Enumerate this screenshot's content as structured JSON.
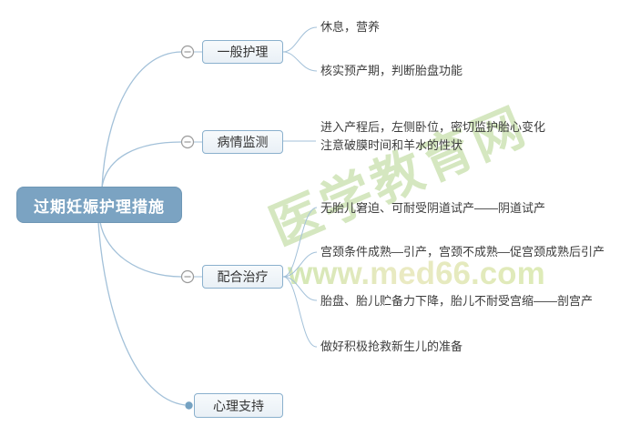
{
  "root": {
    "label": "过期妊娠护理措施"
  },
  "branches": [
    {
      "label": "一般护理",
      "collapse_icon": "minus",
      "children": [
        "休息，营养",
        "核实预产期，判断胎盘功能"
      ]
    },
    {
      "label": "病情监测",
      "collapse_icon": "minus",
      "children": [
        "进入产程后，左侧卧位，密切监护胎心变化\n注意破膜时间和羊水的性状"
      ]
    },
    {
      "label": "配合治疗",
      "collapse_icon": "minus",
      "children": [
        "无胎儿窘迫、可耐受阴道试产——阴道试产",
        "宫颈条件成熟—引产，宫颈不成熟—促宫颈成熟后引产",
        "胎盘、胎儿贮备力下降，胎儿不耐受宫缩——剖宫产",
        "做好积极抢救新生儿的准备"
      ]
    },
    {
      "label": "心理支持",
      "collapse_icon": "dot",
      "children": []
    }
  ],
  "watermarks": {
    "diagonal": "医学教育网",
    "site": "www.med66.com"
  },
  "colors": {
    "root_bg": "#7ba3c2",
    "branch_border": "#8ab0cd",
    "branch_bg": "#eff4f8",
    "connector_line": "#a3c1d9",
    "leaf_text": "#3d3d3d",
    "watermark_green": "#b2d48c"
  }
}
